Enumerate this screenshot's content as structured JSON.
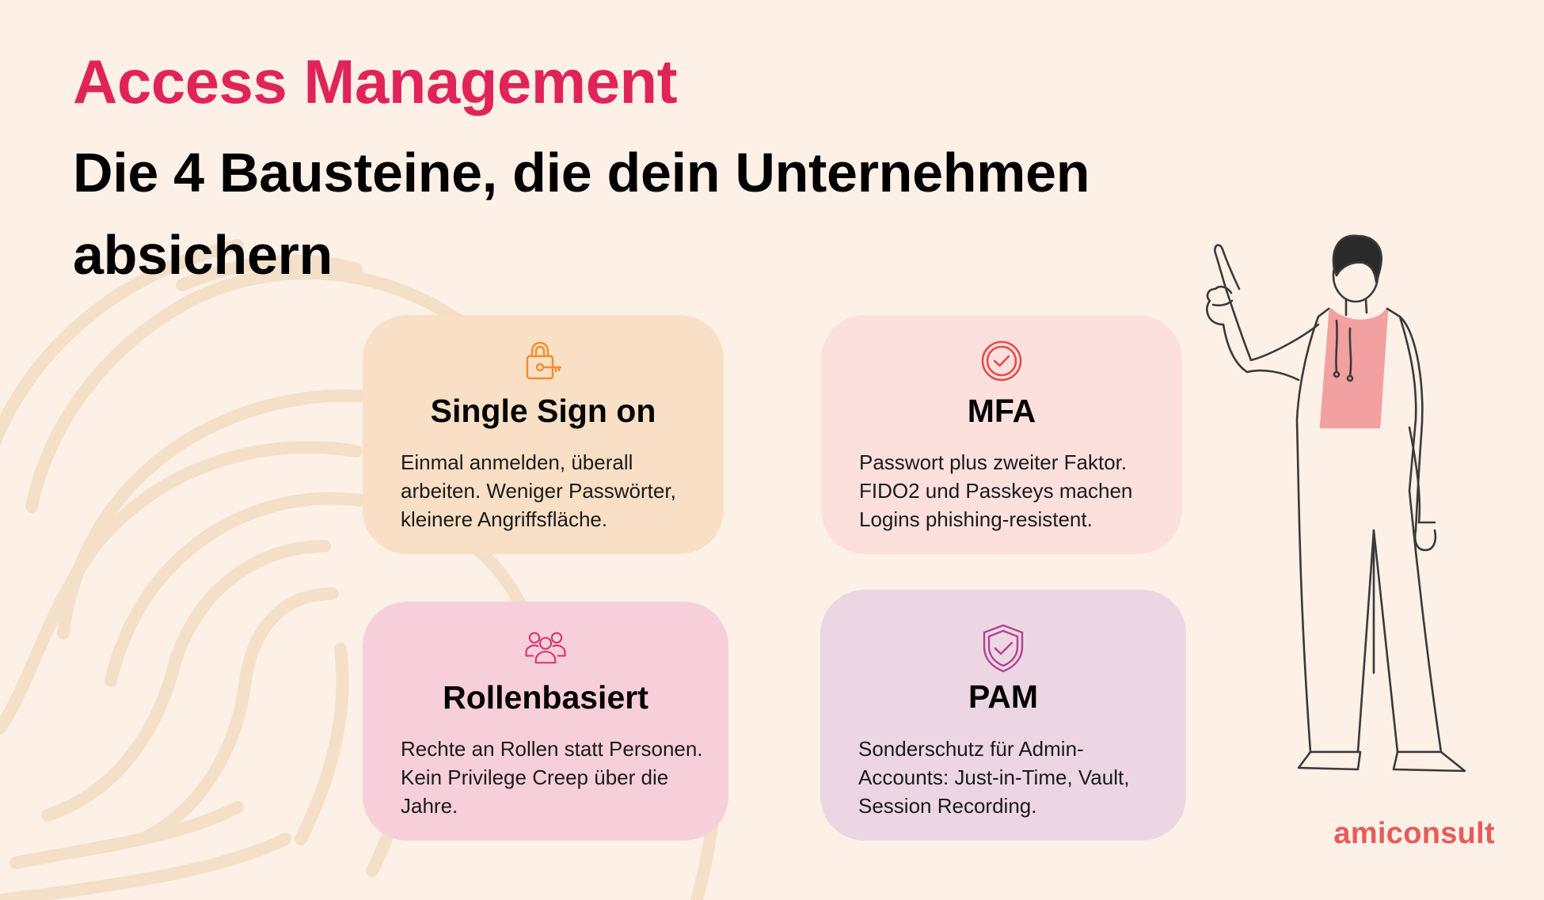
{
  "header": {
    "title": "Access Management",
    "subtitle": "Die 4 Bausteine, die dein Unternehmen absichern"
  },
  "cards": [
    {
      "icon": "lock-key-icon",
      "title": "Single Sign on",
      "text": "Einmal anmelden, überall arbeiten. Weniger Passwörter, kleinere Angriffsfläche."
    },
    {
      "icon": "check-circle-icon",
      "title": "MFA",
      "text": "Passwort plus zweiter Faktor. FIDO2 und Passkeys machen Logins phishing-resistent."
    },
    {
      "icon": "user-group-icon",
      "title": "Rollenbasiert",
      "text": "Rechte an Rollen statt Personen. Kein Privilege Creep über die Jahre."
    },
    {
      "icon": "shield-check-icon",
      "title": "PAM",
      "text": "Sonderschutz für Admin-Accounts: Just-in-Time, Vault, Session Recording."
    }
  ],
  "brand": {
    "name": "amiconsult"
  },
  "colors": {
    "background": "#fdf1e7",
    "accent": "#e0245a",
    "brand": "#e85a5a",
    "card_sso": "#f8dfc5",
    "card_mfa": "#fbe0dd",
    "card_rollen": "#f7cfdb",
    "card_pam": "#ecd6e4"
  }
}
